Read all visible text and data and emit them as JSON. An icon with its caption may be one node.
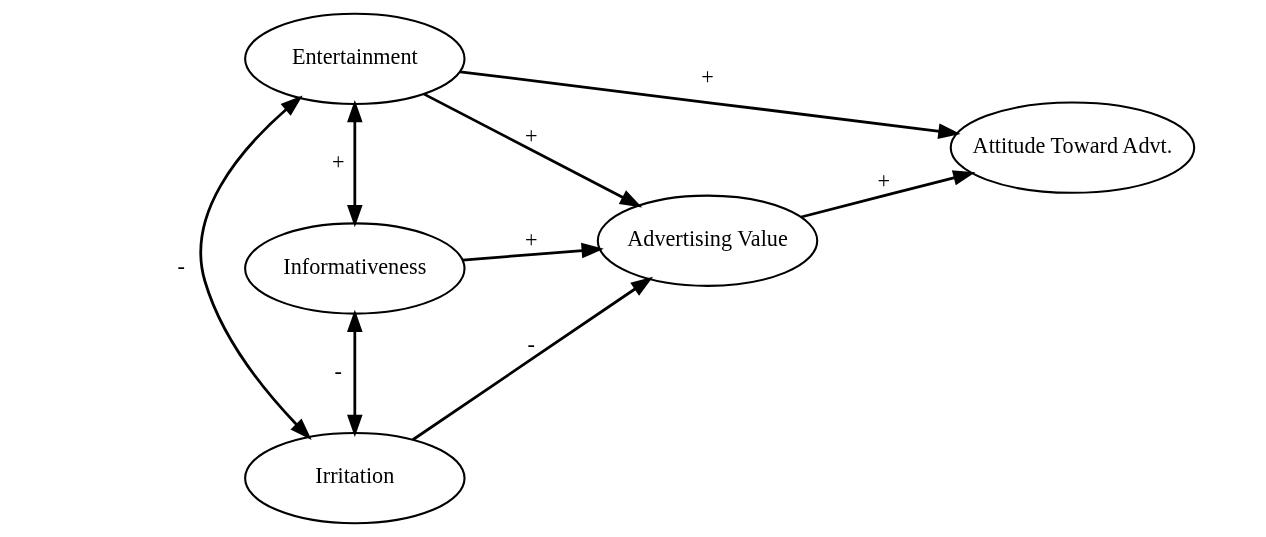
{
  "diagram": {
    "nodes": [
      {
        "text": [
          "Entertainment"
        ]
      },
      {
        "text": [
          "Informativeness"
        ]
      },
      {
        "text": [
          "Irritation"
        ]
      },
      {
        "text": [
          "Advertising Value"
        ]
      },
      {
        "text": [
          "Attitude Toward Advt."
        ]
      }
    ],
    "edges": [
      {
        "from": 2,
        "to": 0,
        "arrow": "both",
        "label": "-"
      },
      {
        "from": 0,
        "to": 1,
        "arrow": "both",
        "label": "+"
      },
      {
        "from": 1,
        "to": 2,
        "arrow": "both",
        "label": "-"
      },
      {
        "from": 0,
        "to": 3,
        "arrow": "to",
        "label": "+"
      },
      {
        "from": 0,
        "to": 4,
        "arrow": "to",
        "label": "+"
      },
      {
        "from": 1,
        "to": 3,
        "arrow": "to",
        "label": "+"
      },
      {
        "from": 2,
        "to": 3,
        "arrow": "to",
        "label": "-"
      },
      {
        "from": 3,
        "to": 4,
        "arrow": "to",
        "label": "+"
      }
    ]
  }
}
